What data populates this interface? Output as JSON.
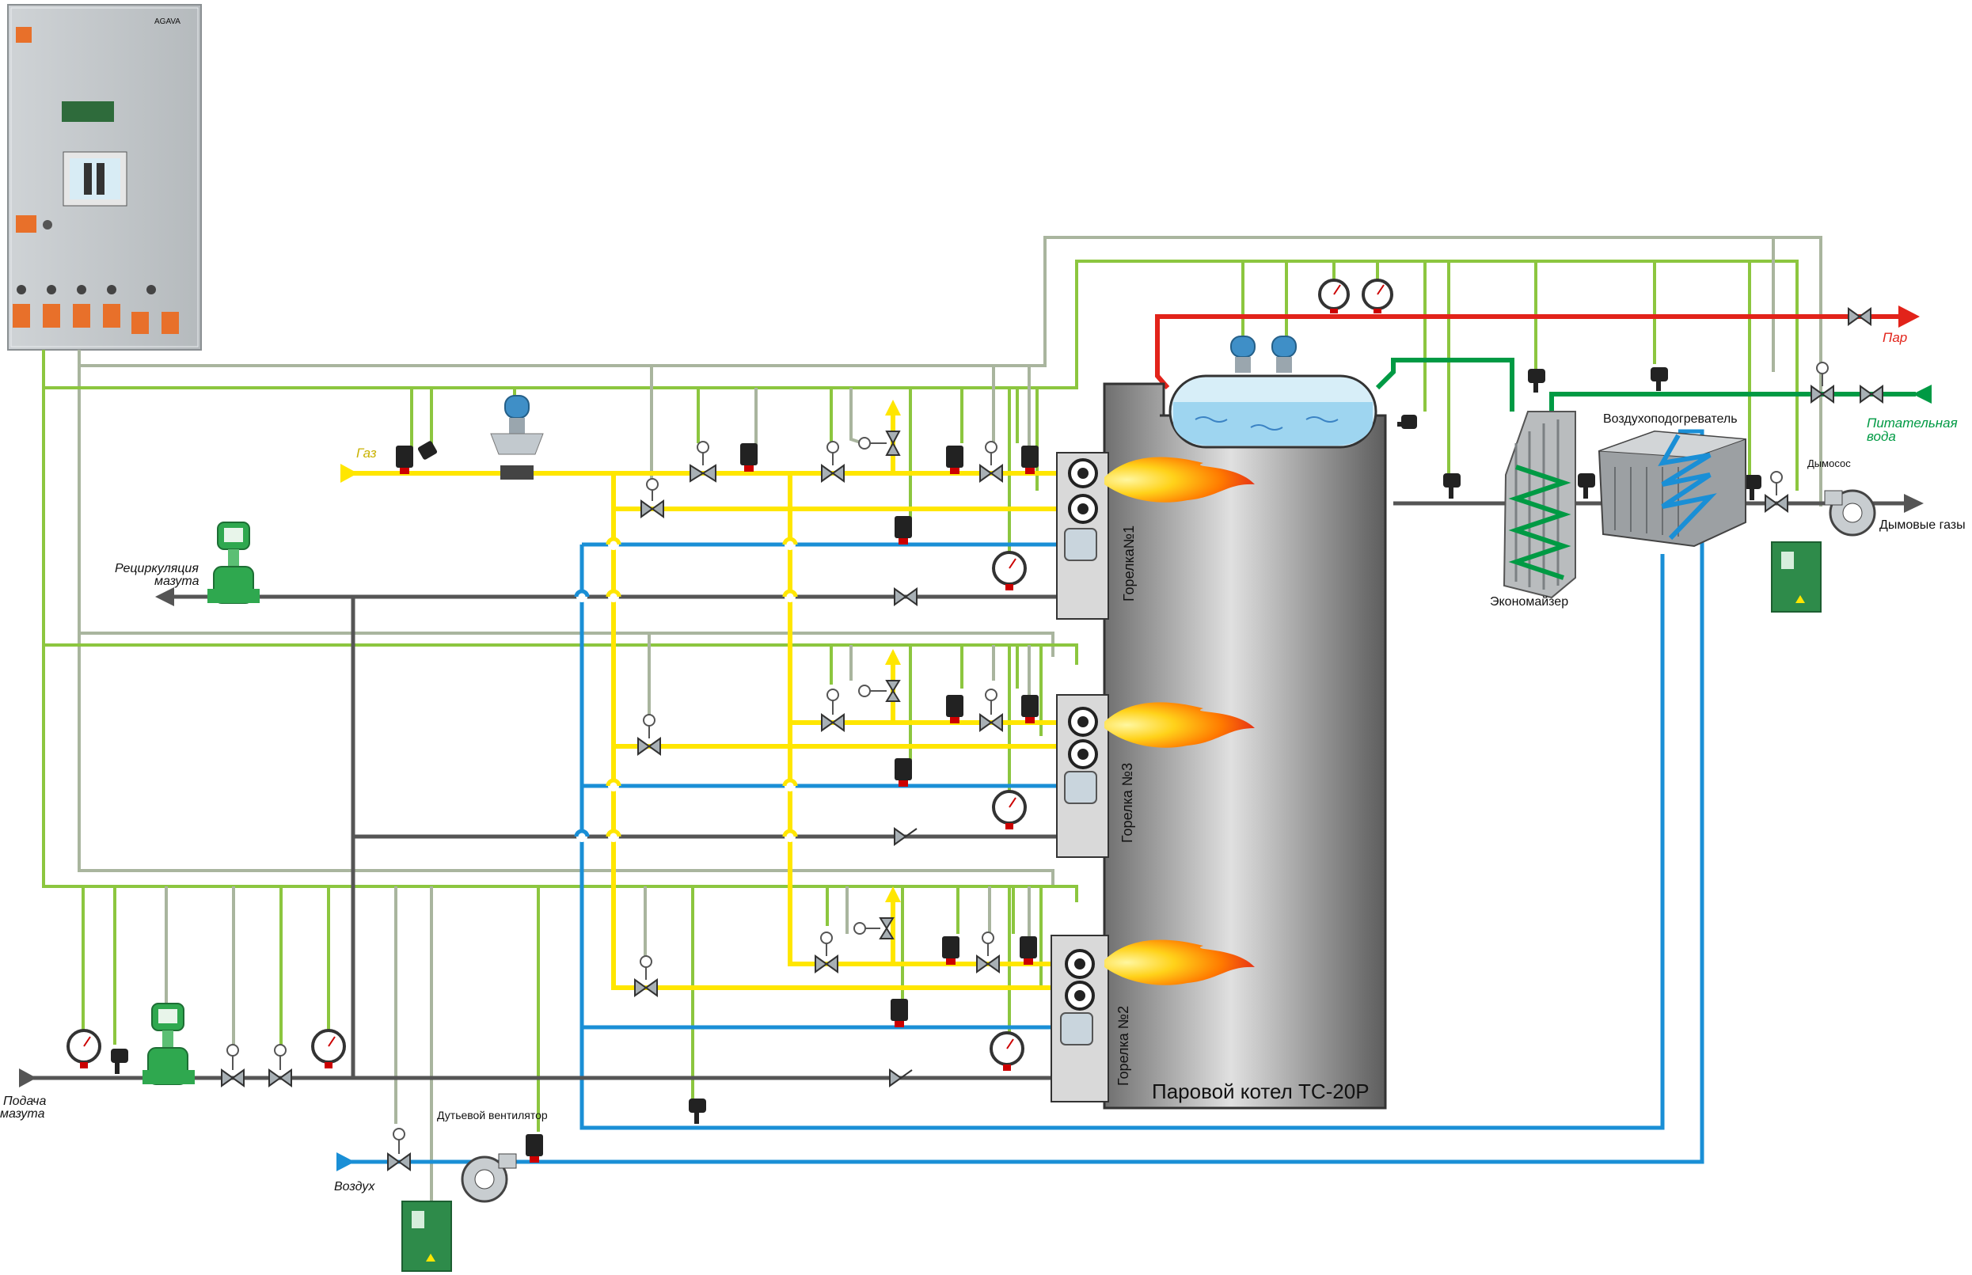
{
  "labels": {
    "gas": "Газ",
    "steam": "Пар",
    "feedwater_1": "Питательная",
    "feedwater_2": "вода",
    "flue_gases": "Дымовые газы",
    "smoke_exhauster": "Дымосос",
    "air_heater": "Воздухоподогреватель",
    "economizer": "Экономайзер",
    "recirc_1": "Рециркуляция",
    "recirc_2": "мазута",
    "fuel_feed_1": "Подача",
    "fuel_feed_2": "мазута",
    "air": "Воздух",
    "blower_fan": "Дутьевой вентилятор",
    "boiler": "Паровой котел ТС-20Р",
    "burner_1": "Горелка№1",
    "burner_3": "Горелка №3",
    "burner_2": "Горелка №2",
    "cabinet_brand": "AGAVA"
  },
  "colors": {
    "gas_line": "#ffe600",
    "steam_line": "#e2231a",
    "feedwater_line": "#009a44",
    "air_line": "#1a8fd6",
    "fuel_line": "#555555",
    "signal_light": "#8cc63f",
    "signal_gray": "#a9b59e",
    "boiler_body": "#9a9a9a",
    "water": "#bfe3f5"
  },
  "icons": [
    "pressure-gauge-icon",
    "pressure-transmitter-icon",
    "flow-meter-icon",
    "valve-icon",
    "solenoid-valve-icon",
    "flame-icon",
    "fan-icon",
    "frequency-drive-icon"
  ]
}
